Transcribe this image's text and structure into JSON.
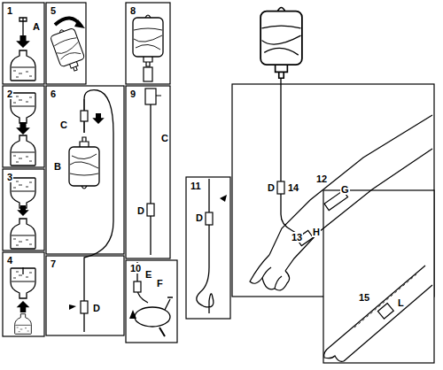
{
  "diagram": {
    "labels": [
      "1",
      "A",
      "5",
      "8",
      "2",
      "6",
      "C",
      "9",
      "C",
      "B",
      "3",
      "D",
      "11",
      "D",
      "D",
      "14",
      "12",
      "G",
      "13",
      "H",
      "4",
      "7",
      "D",
      "10",
      "E",
      "F",
      "15",
      "L"
    ]
  }
}
